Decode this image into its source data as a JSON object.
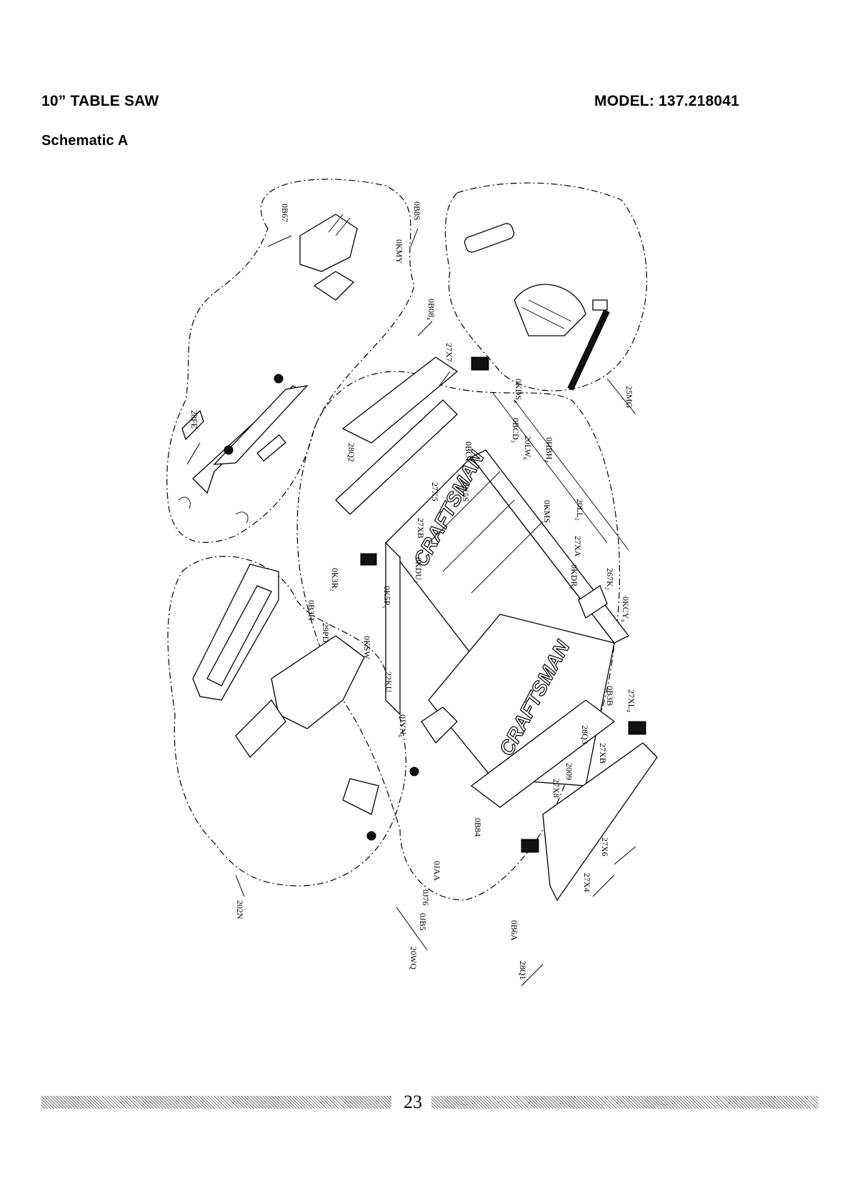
{
  "header": {
    "title": "10” TABLE SAW",
    "model": "MODEL: 137.218041",
    "subtitle": "Schematic A"
  },
  "diagram": {
    "brand_marks": [
      "CRAFTSMAN",
      "CRAFTSMAN"
    ],
    "callouts": [
      "0B67",
      "0B8S",
      "0KMY",
      "0B08₄",
      "27X7",
      "28FE",
      "28Q2",
      "27X5",
      "27XB",
      "0BCT",
      "0BCD₃",
      "0KDS₄",
      "20LW₆",
      "0HBH₄",
      "0K5S",
      "0KMS",
      "20LL₂",
      "27XA",
      "0KDR₂",
      "267K₂",
      "0KCY₄",
      "25MG",
      "0K3R₂",
      "0B3H",
      "29PD",
      "0K5P₅",
      "0KSW",
      "0KDU₂",
      "22KU",
      "0JYN₆",
      "0B3B",
      "27XL₄",
      "28Q3",
      "27XB",
      "2009",
      "27X8",
      "0B84",
      "0JAA",
      "0J76",
      "0JB5",
      "20WQ",
      "202N",
      "0B6A",
      "28Q1",
      "27X4",
      "27X6"
    ]
  },
  "footer": {
    "page_number": "23"
  }
}
